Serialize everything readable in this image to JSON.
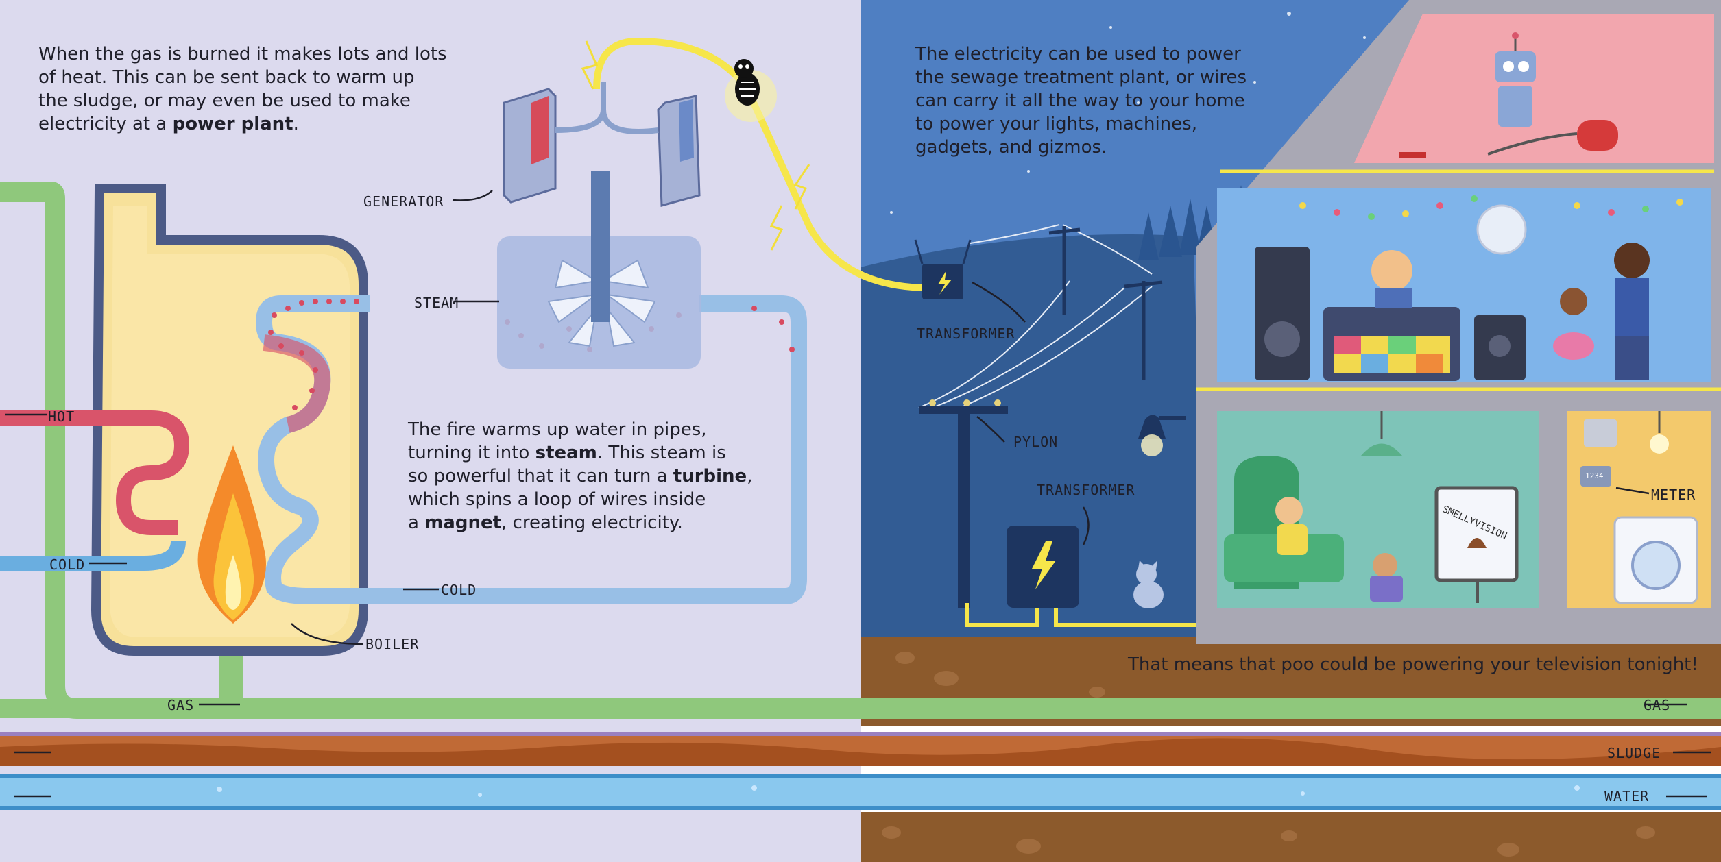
{
  "left_page": {
    "intro_parts": [
      "When the gas is burned it makes lots and lots",
      "of heat. This can be sent back to warm up",
      "the sludge, or may even be used to make",
      "electricity at a ",
      "power plant",
      "."
    ],
    "steam_parts": [
      "The fire warms up water in pipes,",
      "turning it into ",
      "steam",
      ". This steam is",
      "so powerful that it can turn a ",
      "turbine",
      ",",
      "which spins a loop of wires inside",
      "a ",
      "magnet",
      ", creating electricity."
    ]
  },
  "right_page": {
    "power_text": [
      "The electricity can be used to power",
      "the sewage treatment plant, or wires",
      "can carry it all the way to your home",
      "to power your lights, machines,",
      "gadgets, and gizmos."
    ],
    "closing_text": "That means that poo could be powering your television tonight!"
  },
  "labels": {
    "generator": "GENERATOR",
    "steam": "STEAM",
    "hot": "HOT",
    "cold_left": "COLD",
    "cold_right": "COLD",
    "boiler": "BOILER",
    "gas_left": "GAS",
    "transformer_top": "TRANSFORMER",
    "pylon": "PYLON",
    "transformer_bottom": "TRANSFORMER",
    "meter": "METER",
    "gas_right": "GAS",
    "sludge": "SLUDGE",
    "water": "WATER"
  },
  "tv_sign": "SMELLYVISION",
  "meter_reading": "1234",
  "colors": {
    "left_bg": "#dcdaee",
    "night_sky": "#4f7fc2",
    "hill": "#325c94",
    "soil": "#8c5a2c",
    "gas_pipe": "#8fc87c",
    "hot_pipe": "#d9546a",
    "cold_pipe": "#6aaee0",
    "electric_wire": "#f6e64a",
    "sludge": "#b8602c",
    "water": "#8ac8ee"
  }
}
